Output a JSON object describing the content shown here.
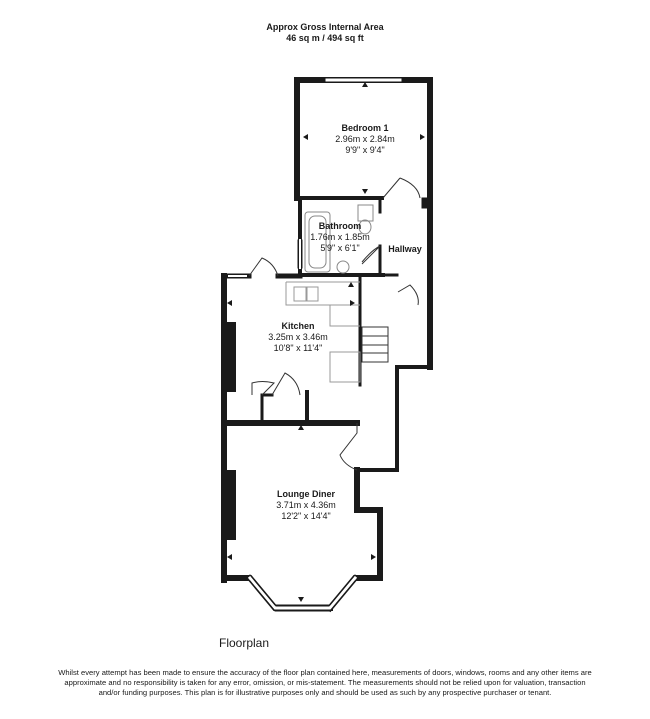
{
  "header": {
    "line1": "Approx Gross Internal Area",
    "line2": "46 sq m / 494 sq ft"
  },
  "rooms": {
    "bedroom": {
      "name": "Bedroom 1",
      "metric": "2.96m x 2.84m",
      "imperial": "9'9\" x 9'4\""
    },
    "bathroom": {
      "name": "Bathroom",
      "metric": "1.76m x 1.85m",
      "imperial": "5'9\" x 6'1\""
    },
    "hallway": {
      "name": "Hallway"
    },
    "kitchen": {
      "name": "Kitchen",
      "metric": "3.25m x 3.46m",
      "imperial": "10'8\" x 11'4\""
    },
    "lounge": {
      "name": "Lounge Diner",
      "metric": "3.71m x 4.36m",
      "imperial": "12'2\" x 14'4\""
    }
  },
  "plan_title": "Floorplan",
  "disclaimer": "Whilst every attempt has been made to ensure the accuracy of the floor plan contained here, measurements of doors, windows, rooms and any other items are approximate and no responsibility is taken for any error, omission, or mis-statement. The measurements should not be relied upon for valuation, transaction and/or funding purposes. This plan is for illustrative purposes only and should be used as such by any prospective purchaser or tenant.",
  "colors": {
    "wall": "#1a1a1a",
    "line": "#333333",
    "window": "#ffffff",
    "fixture": "#888888"
  }
}
